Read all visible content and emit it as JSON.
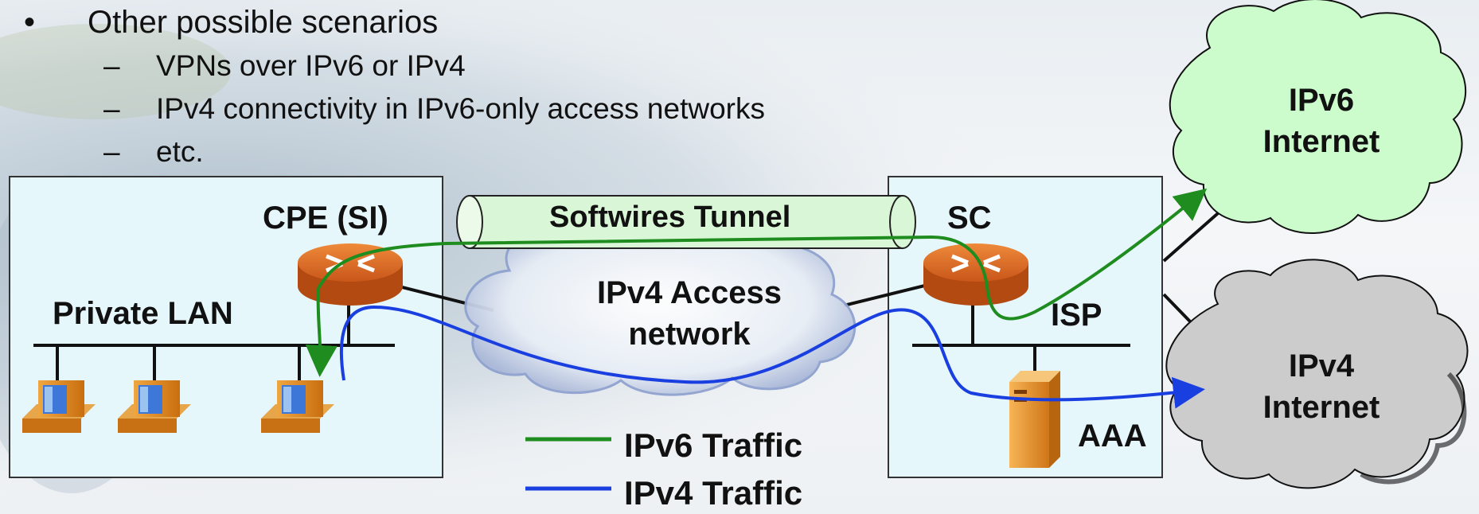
{
  "bullets": {
    "main": "Other possible scenarios",
    "subs": [
      "VPNs over IPv6 or IPv4",
      "IPv4 connectivity in IPv6-only access networks",
      "etc."
    ],
    "bullet_char": "•",
    "dash_char": "–"
  },
  "labels": {
    "cpe": "CPE (SI)",
    "private_lan": "Private LAN",
    "tunnel": "Softwires Tunnel",
    "access_network_line1": "IPv4 Access",
    "access_network_line2": "network",
    "sc": "SC",
    "isp": "ISP",
    "aaa": "AAA",
    "ipv6_internet_line1": "IPv6",
    "ipv6_internet_line2": "Internet",
    "ipv4_internet_line1": "IPv4",
    "ipv4_internet_line2": "Internet"
  },
  "legend": [
    {
      "label": "IPv6 Traffic",
      "color": "#1e8c1e"
    },
    {
      "label": "IPv4 Traffic",
      "color": "#1a3fe0"
    }
  ],
  "colors": {
    "box_fill": "#e6f7fb",
    "tunnel_fill": "#d9f7d6",
    "ipv6_cloud": "#ccfccc",
    "ipv4_cloud": "#cccccc",
    "router": "#d9661a"
  }
}
